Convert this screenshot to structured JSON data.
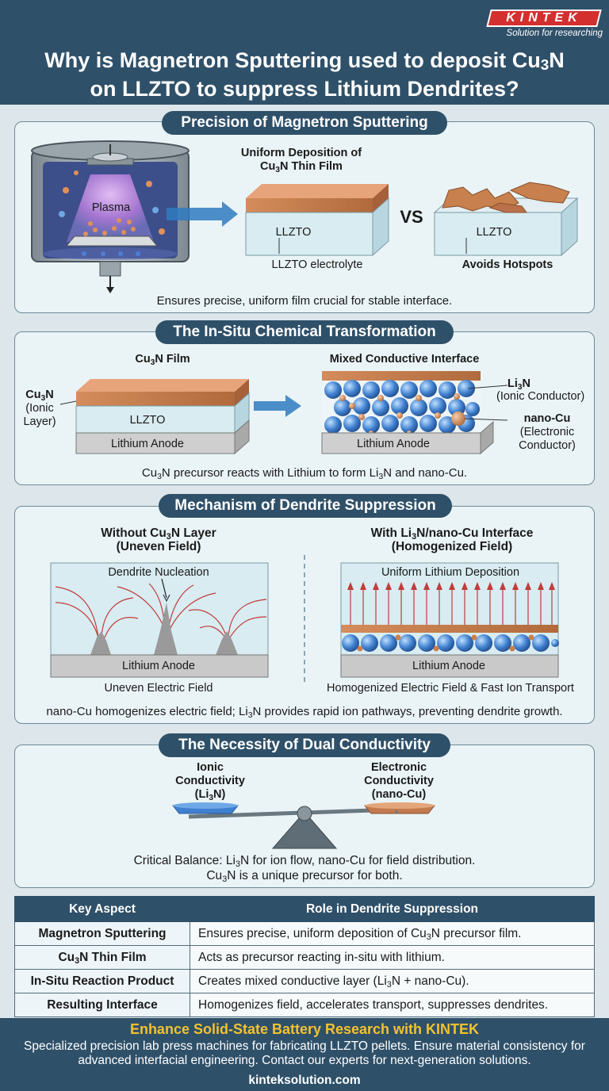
{
  "brand": {
    "logo": "KINTEK",
    "tagline": "Solution for researching"
  },
  "title": {
    "line1_pre": "Why is Magnetron Sputtering used to deposit Cu",
    "sub": "3",
    "line1_post": "N",
    "line2": "on LLZTO to suppress Lithium Dendrites?"
  },
  "s1": {
    "heading": "Precision of Magnetron Sputtering",
    "plasma": "Plasma",
    "uniform_line1": "Uniform Deposition of",
    "uniform_line2_pre": "Cu",
    "uniform_sub": "3",
    "uniform_line2_post": "N Thin Film",
    "llzto": "LLZTO",
    "electrolyte": "LLZTO electrolyte",
    "vs": "VS",
    "llzto_b": "LLZTO",
    "hotspots": "Avoids Hotspots",
    "caption": "Ensures precise, uniform film crucial for stable interface."
  },
  "s2": {
    "heading": "The In-Situ Chemical Transformation",
    "film_pre": "Cu",
    "film_sub": "3",
    "film_post": "N Film",
    "ionic_pre": "Cu",
    "ionic_sub": "3",
    "ionic_post": "N",
    "ionic_l2": "(Ionic",
    "ionic_l3": "Layer)",
    "llzto": "LLZTO",
    "anode": "Lithium Anode",
    "mixed": "Mixed Conductive Interface",
    "li3n_pre": "Li",
    "li3n_sub": "3",
    "li3n_post": "N",
    "li3n_desc": "(Ionic Conductor)",
    "nanocu": "nano-Cu",
    "nanocu_l2": "(Electronic",
    "nanocu_l3": "Conductor)",
    "anode2": "Lithium Anode",
    "caption_pre": "Cu",
    "caption_sub": "3",
    "caption_mid": "N precursor reacts with Lithium to form Li",
    "caption_sub2": "3",
    "caption_post": "N and nano-Cu."
  },
  "s3": {
    "heading": "Mechanism of Dendrite Suppression",
    "left_t1_pre": "Without Cu",
    "left_t1_sub": "3",
    "left_t1_post": "N Layer",
    "left_t2": "(Uneven Field)",
    "nucleation": "Dendrite Nucleation",
    "anode_l": "Lithium Anode",
    "uneven": "Uneven Electric Field",
    "right_t1_pre": "With Li",
    "right_t1_sub": "3",
    "right_t1_post": "N/nano-Cu Interface",
    "right_t2": "(Homogenized Field)",
    "uniform_dep": "Uniform Lithium Deposition",
    "anode_r": "Lithium Anode",
    "homog": "Homogenized Electric Field & Fast Ion Transport",
    "caption_pre": "nano-Cu homogenizes electric field; Li",
    "caption_sub": "3",
    "caption_post": "N provides rapid ion pathways, preventing dendrite growth."
  },
  "s4": {
    "heading": "The Necessity of Dual Conductivity",
    "ionic_l1": "Ionic",
    "ionic_l2": "Conductivity",
    "ionic_l3_pre": "(Li",
    "ionic_l3_sub": "3",
    "ionic_l3_post": "N)",
    "elec_l1": "Electronic",
    "elec_l2": "Conductivity",
    "elec_l3": "(nano-Cu)",
    "cap1_pre": "Critical Balance: Li",
    "cap1_sub": "3",
    "cap1_post": "N for ion flow, nano-Cu for field distribution.",
    "cap2_pre": "Cu",
    "cap2_sub": "3",
    "cap2_post": "N is a unique precursor for both."
  },
  "table": {
    "headers": [
      "Key Aspect",
      "Role in Dendrite Suppression"
    ],
    "rows": [
      {
        "k": "Magnetron Sputtering",
        "v_pre": "Ensures precise, uniform deposition of Cu",
        "v_sub": "3",
        "v_post": "N precursor film."
      },
      {
        "k_pre": "Cu",
        "k_sub": "3",
        "k_post": "N Thin Film",
        "v": "Acts as precursor reacting in-situ with lithium."
      },
      {
        "k": "In-Situ Reaction Product",
        "v_pre": "Creates mixed conductive layer (Li",
        "v_sub": "3",
        "v_post": "N + nano-Cu)."
      },
      {
        "k": "Resulting Interface",
        "v": "Homogenizes field, accelerates transport, suppresses dendrites."
      }
    ]
  },
  "footer": {
    "title": "Enhance Solid-State Battery Research with KINTEK",
    "text": "Specialized precision lab press machines for fabricating LLZTO pellets. Ensure material consistency for advanced interfacial engineering. Contact our experts for next-generation solutions.",
    "url": "kinteksolution.com"
  },
  "colors": {
    "navy": "#2f5069",
    "copper": "#c27a4e",
    "llzto": "#d8ecf1",
    "anode": "#c9c9c9",
    "red": "#d32f2f",
    "gold": "#f2c230"
  }
}
